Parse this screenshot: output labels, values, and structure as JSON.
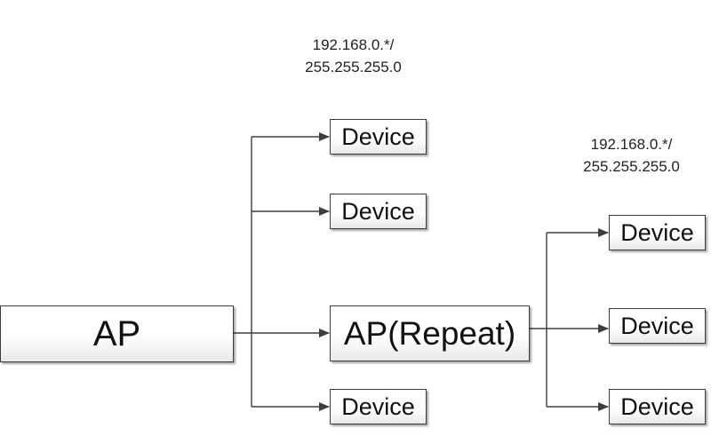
{
  "nodes": {
    "ap": {
      "label": "AP"
    },
    "repeater": {
      "label": "AP(Repeat)"
    },
    "devices_main": [
      {
        "label": "Device"
      },
      {
        "label": "Device"
      },
      {
        "label": "Device"
      }
    ],
    "devices_repeater": [
      {
        "label": "Device"
      },
      {
        "label": "Device"
      },
      {
        "label": "Device"
      }
    ]
  },
  "subnets": {
    "main": {
      "address": "192.168.0.*/",
      "mask": "255.255.255.0"
    },
    "repeater": {
      "address": "192.168.0.*/",
      "mask": "255.255.255.0"
    }
  },
  "colors": {
    "line": "#3d3d3d",
    "box_border": "#3d3d3d",
    "text": "#111111"
  }
}
